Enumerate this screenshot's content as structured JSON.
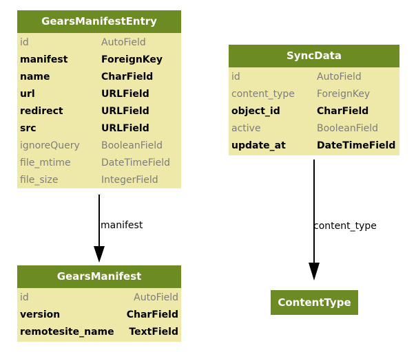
{
  "models": {
    "gears_manifest_entry": {
      "name": "GearsManifestEntry",
      "fields": [
        {
          "name": "id",
          "type": "AutoField",
          "strong": false
        },
        {
          "name": "manifest",
          "type": "ForeignKey",
          "strong": true
        },
        {
          "name": "name",
          "type": "CharField",
          "strong": true
        },
        {
          "name": "url",
          "type": "URLField",
          "strong": true
        },
        {
          "name": "redirect",
          "type": "URLField",
          "strong": true
        },
        {
          "name": "src",
          "type": "URLField",
          "strong": true
        },
        {
          "name": "ignoreQuery",
          "type": "BooleanField",
          "strong": false
        },
        {
          "name": "file_mtime",
          "type": "DateTimeField",
          "strong": false
        },
        {
          "name": "file_size",
          "type": "IntegerField",
          "strong": false
        }
      ]
    },
    "sync_data": {
      "name": "SyncData",
      "fields": [
        {
          "name": "id",
          "type": "AutoField",
          "strong": false
        },
        {
          "name": "content_type",
          "type": "ForeignKey",
          "strong": false
        },
        {
          "name": "object_id",
          "type": "CharField",
          "strong": true
        },
        {
          "name": "active",
          "type": "BooleanField",
          "strong": false
        },
        {
          "name": "update_at",
          "type": "DateTimeField",
          "strong": true
        }
      ]
    },
    "gears_manifest": {
      "name": "GearsManifest",
      "fields": [
        {
          "name": "id",
          "type": "AutoField",
          "strong": false
        },
        {
          "name": "version",
          "type": "CharField",
          "strong": true
        },
        {
          "name": "remotesite_name",
          "type": "TextField",
          "strong": true
        }
      ]
    },
    "content_type": {
      "name": "ContentType"
    }
  },
  "edges": {
    "manifest": {
      "label": "manifest"
    },
    "content_type": {
      "label": "content_type"
    }
  },
  "colors": {
    "header": "#6c8b22",
    "body": "#eee8a9",
    "muted_text": "#7d7d7d",
    "strong_text": "#000000"
  }
}
